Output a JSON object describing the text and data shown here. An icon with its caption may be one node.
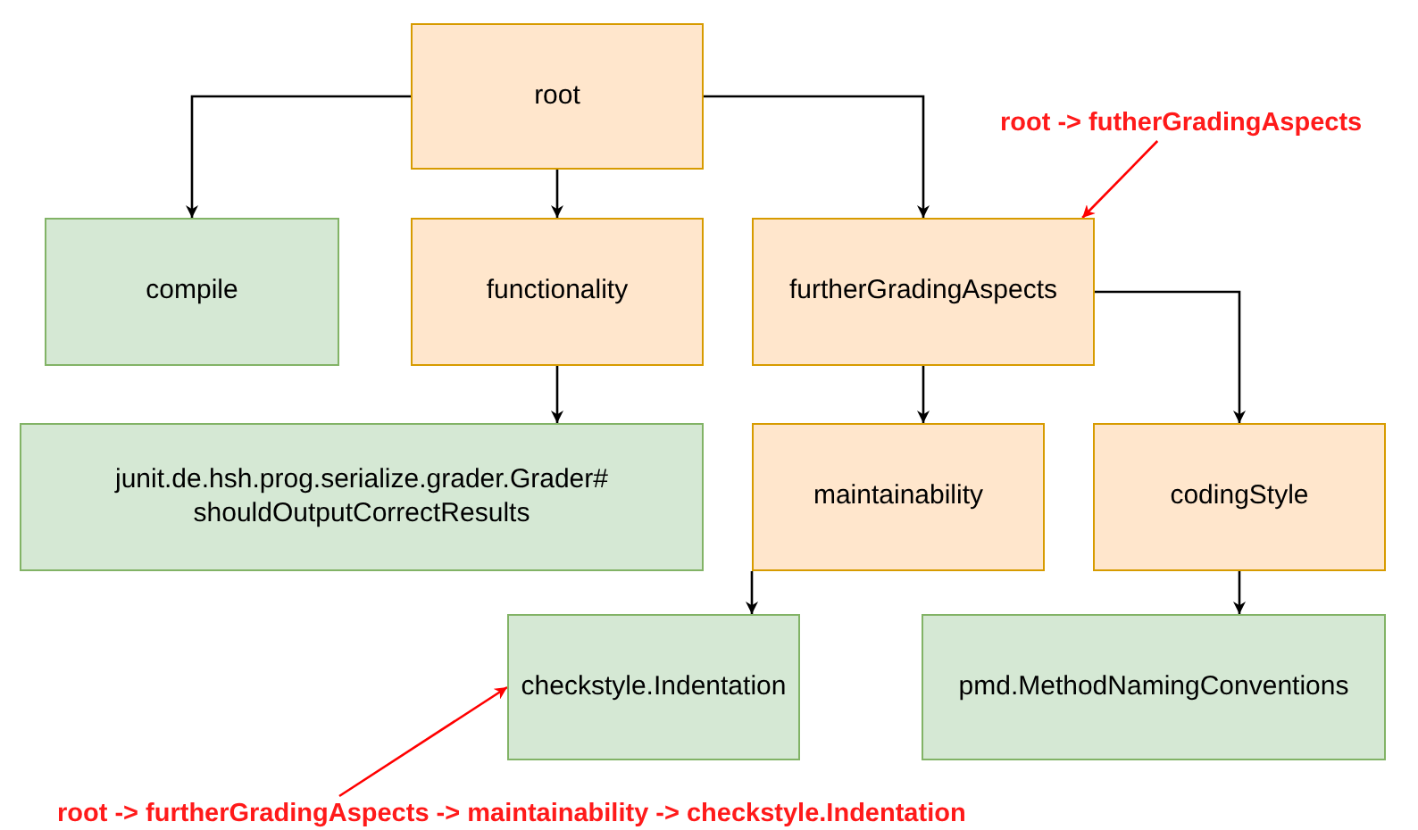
{
  "diagram": {
    "nodes": [
      {
        "text": [
          "root"
        ]
      },
      {
        "text": [
          "compile"
        ]
      },
      {
        "text": [
          "functionality"
        ]
      },
      {
        "text": [
          "furtherGradingAspects"
        ]
      },
      {
        "text": [
          "junit.de.hsh.prog.serialize.grader.Grader# shouldOutputCorrectResults"
        ]
      },
      {
        "text": [
          "maintainability"
        ]
      },
      {
        "text": [
          "codingStyle"
        ]
      },
      {
        "text": [
          "checkstyle.Indentation"
        ]
      },
      {
        "text": [
          "pmd.MethodNamingConventions"
        ]
      },
      {
        "text": [
          "root -> futherGradingAspects"
        ]
      },
      {
        "text": [
          "root -> furtherGradingAspects -> maintainability -> checkstyle.Indentation"
        ]
      }
    ],
    "edges": [
      {
        "from": 0,
        "to": 1,
        "arrow": "to"
      },
      {
        "from": 0,
        "to": 2,
        "arrow": "to"
      },
      {
        "from": 0,
        "to": 3,
        "arrow": "to"
      },
      {
        "from": 2,
        "to": 4,
        "arrow": "to"
      },
      {
        "from": 3,
        "to": 5,
        "arrow": "to"
      },
      {
        "from": 3,
        "to": 6,
        "arrow": "to"
      },
      {
        "from": 5,
        "to": 7,
        "arrow": "to"
      },
      {
        "from": 6,
        "to": 8,
        "arrow": "to"
      },
      {
        "from": 9,
        "to": 3,
        "arrow": "to",
        "color": "#ff0000"
      },
      {
        "from": 10,
        "to": 7,
        "arrow": "to",
        "color": "#ff0000"
      }
    ]
  }
}
